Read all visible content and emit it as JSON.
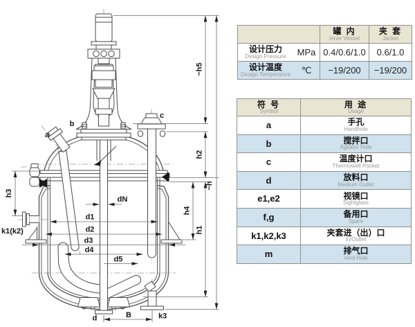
{
  "diagram": {
    "labels": {
      "a": "a",
      "b": "b",
      "c": "c",
      "d": "d",
      "B": "B",
      "k3": "k3",
      "k1k2": "k1(k2)",
      "dN": "dN",
      "d1": "d1",
      "d2": "d2",
      "d3": "d3",
      "d4": "d4",
      "d5": "d5",
      "h1": "h1",
      "h2": "h2",
      "h3": "h3",
      "h4": "h4",
      "h5": "~h5",
      "h": "~h"
    }
  },
  "spec_table": {
    "headers": {
      "inner": {
        "cn": "罐 内",
        "en": "Inner Vessel"
      },
      "jacket": {
        "cn": "夹 套",
        "en": "Jacket"
      }
    },
    "rows": [
      {
        "label_cn": "设计压力",
        "label_en": "Design Pressure",
        "unit": "MPa",
        "inner": "0.4/0.6/1.0",
        "jacket": "0.6/1.0"
      },
      {
        "label_cn": "设计温度",
        "label_en": "Design Temperature",
        "unit": "℃",
        "inner": "−19/200",
        "jacket": "−19/200"
      }
    ]
  },
  "symbol_table": {
    "headers": {
      "symbol": {
        "cn": "符 号",
        "en": "Symbol"
      },
      "usage": {
        "cn": "用 途",
        "en": "Usage"
      }
    },
    "rows": [
      {
        "symbol": "a",
        "cn": "手孔",
        "en": "Handhole"
      },
      {
        "symbol": "b",
        "cn": "搅拌口",
        "en": "Agitator Hole"
      },
      {
        "symbol": "c",
        "cn": "温度计口",
        "en": "Thermowell Pocket"
      },
      {
        "symbol": "d",
        "cn": "放料口",
        "en": "Medium Outlet"
      },
      {
        "symbol": "e1,e2",
        "cn": "视镜口",
        "en": "Sightglass"
      },
      {
        "symbol": "f,g",
        "cn": "备用口",
        "en": "Spare"
      },
      {
        "symbol": "k1,k2,k3",
        "cn": "夹套进（出）口",
        "en": "In/Outlet"
      },
      {
        "symbol": "m",
        "cn": "排气口",
        "en": "Vent Hole"
      }
    ]
  },
  "colors": {
    "header_bg": "#e9e5d3",
    "row_alt_bg": "#cfe2ed",
    "border": "#8f8f8f"
  }
}
